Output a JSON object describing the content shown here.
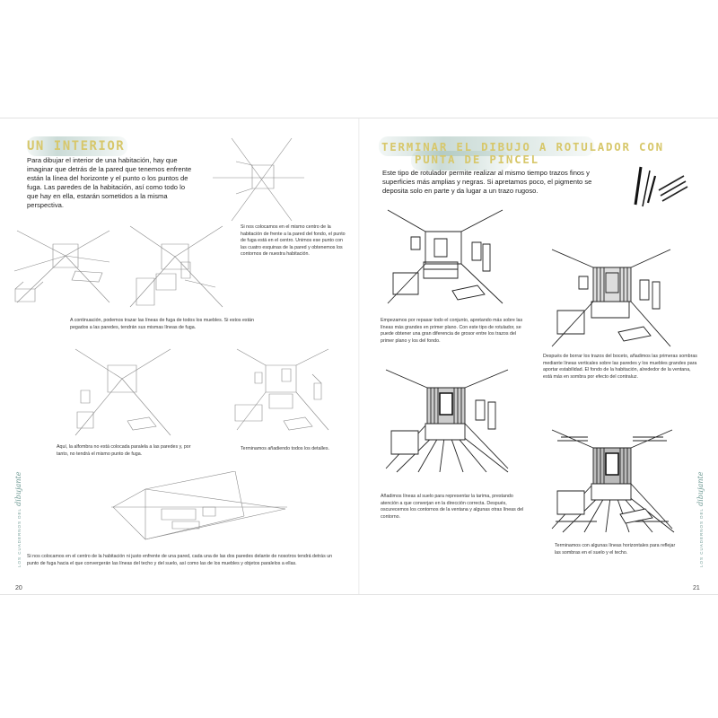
{
  "left_page": {
    "heading": "UN INTERIOR",
    "intro": "Para dibujar el interior de una habitación, hay que imaginar que detrás de la pared que tenemos enfrente están la línea del horizonte y el punto o los puntos de fuga. Las paredes de la habitación, así como todo lo que hay en ella, estarán sometidos a la misma perspectiva.",
    "captions": {
      "c1": "Si nos colocamos en el mismo centro de la habitación de frente a la pared del fondo, el punto de fuga está en el centro. Unimos ese punto con las cuatro esquinas de la pared y obtenemos los contornos de nuestra habitación.",
      "c2": "A continuación, podemos trazar las líneas de fuga de todos los muebles. Si estos están pegados a las paredes, tendrán sus mismas líneas de fuga.",
      "c3": "Aquí, la alfombra no está colocada paralela a las paredes y, por tanto, no tendrá el mismo punto de fuga.",
      "c4": "Terminamos añadiendo todos los detalles.",
      "c5": "Si nos colocamos en el centro de la habitación ni justo enfrente de una pared, cada una de las dos paredes delante de nosotros tendrá detrás un punto de fuga hacia el que convergerán las líneas del techo y del suelo, así como las de los muebles y objetos paralelos a ellas."
    },
    "page_number": "20",
    "series_text": "LOS CUADERNOS DEL",
    "series_script": "dibujante"
  },
  "right_page": {
    "heading_line1": "TERMINAR EL DIBUJO A ROTULADOR CON",
    "heading_line2": "PUNTA DE PINCEL",
    "intro": "Este tipo de rotulador permite realizar al mismo tiempo trazos finos y superficies más amplias y negras. Si apretamos poco, el pigmento se deposita solo en parte y da lugar a un trazo rugoso.",
    "captions": {
      "c1": "Empezamos por repasar todo el conjunto, apretando más sobre las líneas más grandes en primer plano. Con este tipo de rotulador, se puede obtener una gran diferencia de grosor entre los trazos del primer plano y los del fondo.",
      "c2": "Después de borrar los trazos del boceto, añadimos las primeras sombras mediante líneas verticales sobre las paredes y los muebles grandes para aportar estabilidad. El fondo de la habitación, alrededor de la ventana, está más en sombra por efecto del contraluz.",
      "c3": "Añadimos líneas al suelo para representar la tarima, prestando atención a que converjan en la dirección correcta. Después, oscurecemos los contornos de la ventana y algunas otras líneas del contorno.",
      "c4": "Terminamos con algunas líneas horizontales para reflejar las sombras en el suelo y el techo."
    },
    "page_number": "21",
    "series_text": "LOS CUADERNOS DEL",
    "series_script": "dibujante"
  }
}
